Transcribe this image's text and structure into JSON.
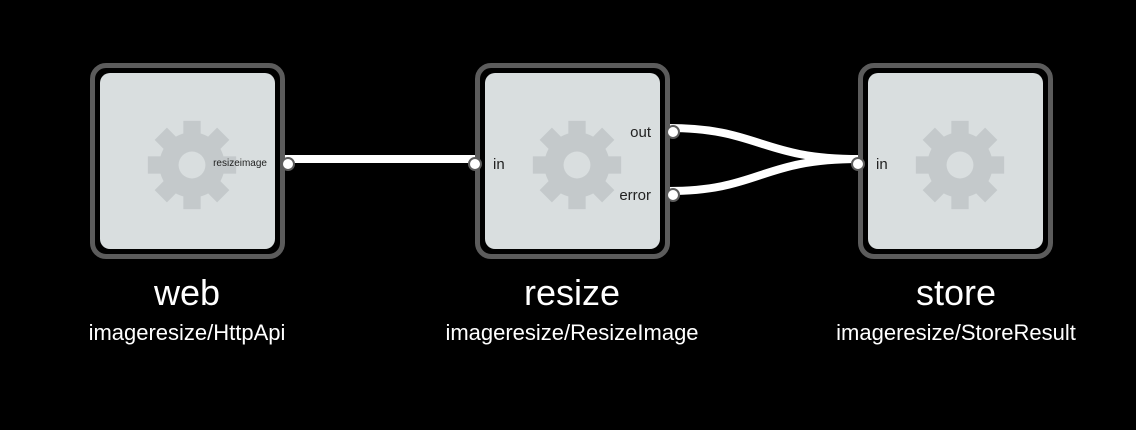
{
  "graph": {
    "nodes": [
      {
        "title": "web",
        "component": "imageresize/HttpApi",
        "in_ports": [],
        "out_ports": [
          "resizeimage"
        ],
        "icon": "gear-icon"
      },
      {
        "title": "resize",
        "component": "imageresize/ResizeImage",
        "in_ports": [
          "in"
        ],
        "out_ports": [
          "out",
          "error"
        ],
        "icon": "gear-icon"
      },
      {
        "title": "store",
        "component": "imageresize/StoreResult",
        "in_ports": [
          "in"
        ],
        "out_ports": [],
        "icon": "gear-icon"
      }
    ],
    "edges": [
      {
        "from": "web.resizeimage",
        "to": "resize.in"
      },
      {
        "from": "resize.out",
        "to": "store.in"
      },
      {
        "from": "resize.error",
        "to": "store.in"
      }
    ]
  },
  "colors": {
    "background": "#000000",
    "node_fill": "#d9dedf",
    "node_border": "#5c5c5c",
    "gear": "#c4c9cb",
    "wire": "#ffffff",
    "text": "#ffffff"
  }
}
